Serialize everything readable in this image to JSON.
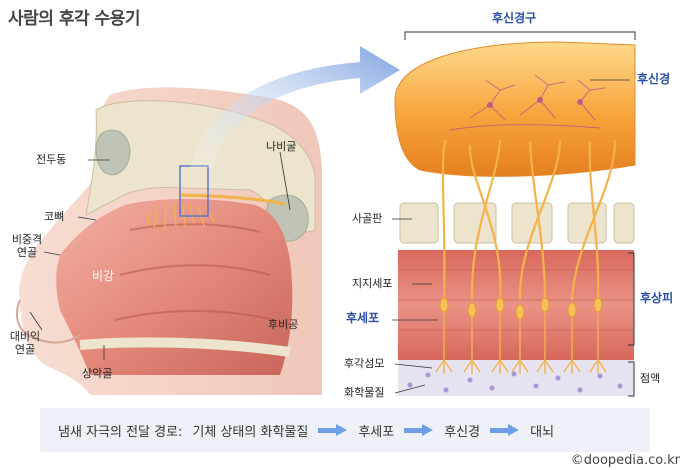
{
  "title": "사람의 후각 수용기",
  "head_labels": {
    "frontal_sinus": "전두동",
    "nasal_bone": "코뼈",
    "lateral_cartilage_1": "비중격",
    "lateral_cartilage_2": "연골",
    "nasal_cavity": "비강",
    "alar_cartilage_1": "대비익",
    "alar_cartilage_2": "연골",
    "inferior_concha": "상악골",
    "sphenoid_sinus": "나비굴",
    "nasopharynx": "후비공"
  },
  "detail_labels": {
    "glomerulus": "후신경구",
    "olfactory_nerve": "후신경",
    "cribriform_plate": "사골판",
    "supporting_cell": "지지세포",
    "olfactory_cell": "후세포",
    "olfactory_epithelium": "후상피",
    "olfactory_hair": "후각섬모",
    "chemical": "화학물질",
    "mucus": "점액"
  },
  "pathway": {
    "label": "냄새 자극의 전달 경로:",
    "steps": [
      "기체 상태의 화학물질",
      "후세포",
      "후신경",
      "대뇌"
    ]
  },
  "credit": "©doopedia.co.kr",
  "colors": {
    "bulb": "#f5a13a",
    "tissue": "#e07a6a",
    "bone": "#ece4cc",
    "nerve": "#f3b24a",
    "label_blue": "#2a4fa6",
    "arrow": "#9db7e4"
  }
}
